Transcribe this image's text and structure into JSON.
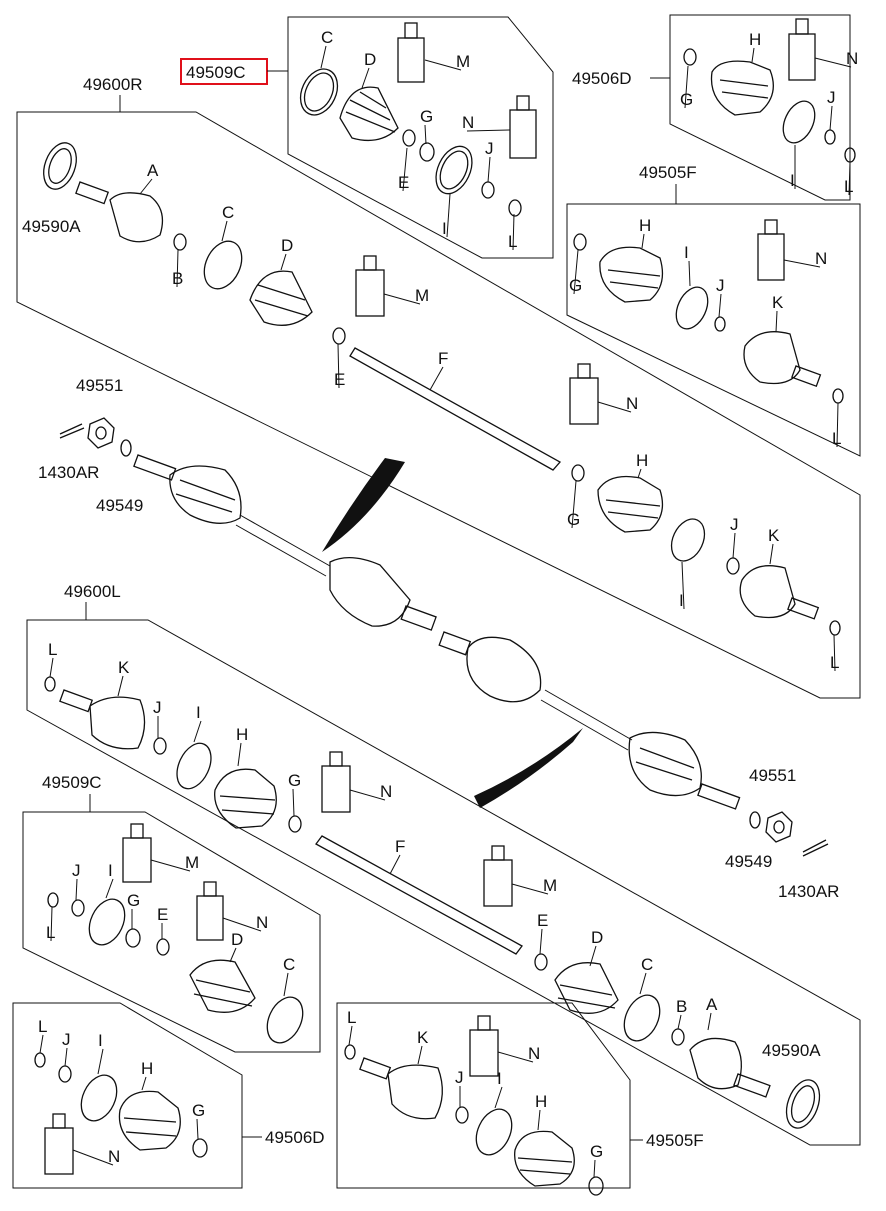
{
  "diagram": {
    "highlight_color": "#e0101a",
    "assemblies": {
      "right_shaft": "49600R",
      "left_shaft": "49600L"
    },
    "kits": {
      "top_outer_boot_kit": "49509C",
      "top_right_inner_boot_kit": "49506D",
      "top_right_inner_joint_kit": "49505F",
      "bottom_outer_boot_kit": "49509C",
      "bottom_left_inner_boot_kit": "49506D",
      "bottom_inner_joint_kit": "49505F"
    },
    "parts": {
      "tone_ring_r": "49590A",
      "tone_ring_l": "49590A",
      "nut_r": "49551",
      "nut_l": "49551",
      "washer_r": "49549",
      "washer_l": "49549",
      "cotter_r": "1430AR",
      "cotter_l": "1430AR"
    },
    "letters": {
      "A": "A",
      "B": "B",
      "C": "C",
      "D": "D",
      "E": "E",
      "F": "F",
      "G": "G",
      "H": "H",
      "I": "I",
      "J": "J",
      "K": "K",
      "L": "L",
      "M": "M",
      "N": "N"
    }
  }
}
